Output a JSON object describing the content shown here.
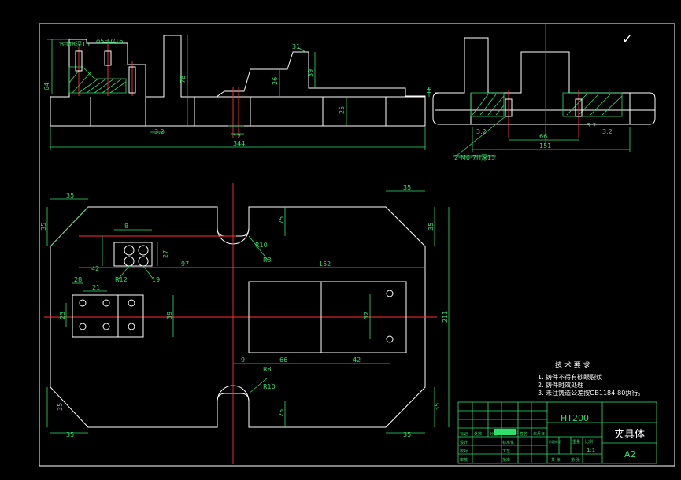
{
  "drawing": {
    "title": "夹具体",
    "material": "HT200",
    "sheet": "A2",
    "scale": "1:1",
    "roughness_symbol": "✓"
  },
  "tech_requirements": {
    "heading": "技 术 要 求",
    "items": [
      "1. 铸件不得有砂眼裂纹",
      "2. 铸件时效处理",
      "3. 未注铸造公差按GB1184-80执行。"
    ]
  },
  "front_view": {
    "dim_thread": "6-M8深15",
    "dim_pin": "φ5H7/16",
    "dim_31": "31",
    "dim_64": "64",
    "dim_78": "78",
    "dim_26": "26",
    "dim_39": "39",
    "dim_25": "25",
    "dim_16": "16",
    "dim_12": "12",
    "dim_344": "344",
    "roughness_32": "3.2"
  },
  "side_view": {
    "dim_holes": "2-M6-7H深13",
    "dim_66": "66",
    "dim_151": "151"
  },
  "top_view": {
    "dim_35": "35",
    "dim_75": "75",
    "dim_97": "97",
    "dim_152": "152",
    "dim_211": "211",
    "dim_8": "8",
    "dim_27": "27",
    "dim_42": "42",
    "dim_9": "9",
    "dim_66": "66",
    "dim_32": "32",
    "dim_39": "39",
    "dim_23": "23",
    "dim_28": "28",
    "dim_21": "21",
    "dim_R10": "R10",
    "dim_R8": "R8",
    "dim_R12": "R12",
    "dim_19": "19"
  },
  "title_block": {
    "labels": [
      "标记",
      "处数",
      "分区",
      "更改文件号",
      "签名",
      "年月日",
      "设计",
      "标准化",
      "校对",
      "审核",
      "工艺",
      "批准",
      "阶段标记",
      "重量",
      "比例",
      "共 张",
      "第 张"
    ]
  }
}
